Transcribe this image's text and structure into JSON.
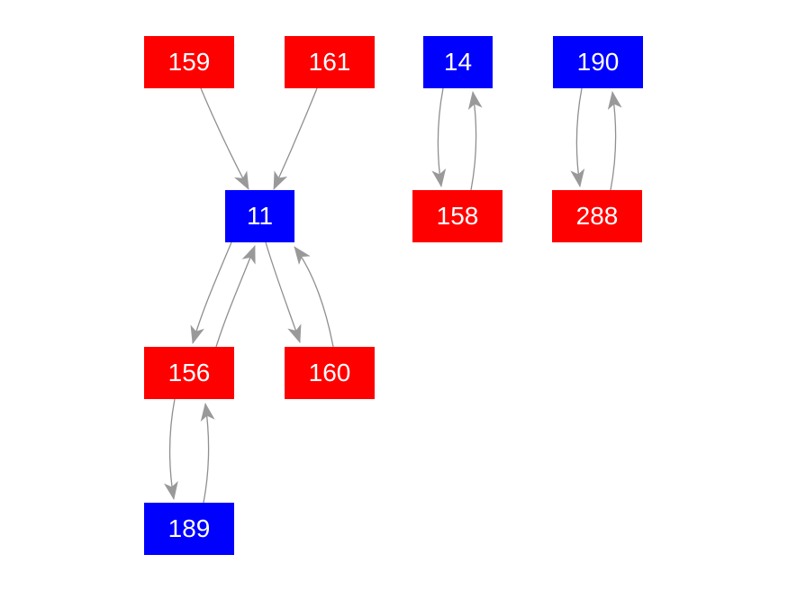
{
  "diagram": {
    "type": "directed-graph",
    "nodes": [
      {
        "id": "159",
        "label": "159",
        "color": "red"
      },
      {
        "id": "161",
        "label": "161",
        "color": "red"
      },
      {
        "id": "14",
        "label": "14",
        "color": "blue"
      },
      {
        "id": "190",
        "label": "190",
        "color": "blue"
      },
      {
        "id": "11",
        "label": "11",
        "color": "blue"
      },
      {
        "id": "158",
        "label": "158",
        "color": "red"
      },
      {
        "id": "288",
        "label": "288",
        "color": "red"
      },
      {
        "id": "156",
        "label": "156",
        "color": "red"
      },
      {
        "id": "160",
        "label": "160",
        "color": "red"
      },
      {
        "id": "189",
        "label": "189",
        "color": "blue"
      }
    ],
    "edges": [
      {
        "from": "159",
        "to": "11"
      },
      {
        "from": "161",
        "to": "11"
      },
      {
        "from": "11",
        "to": "156"
      },
      {
        "from": "156",
        "to": "11"
      },
      {
        "from": "11",
        "to": "160"
      },
      {
        "from": "160",
        "to": "11"
      },
      {
        "from": "14",
        "to": "158"
      },
      {
        "from": "158",
        "to": "14"
      },
      {
        "from": "190",
        "to": "288"
      },
      {
        "from": "288",
        "to": "190"
      },
      {
        "from": "156",
        "to": "189"
      },
      {
        "from": "189",
        "to": "156"
      }
    ]
  },
  "colors": {
    "node_red": "#ff0000",
    "node_blue": "#0000ff",
    "edge": "#8f8f8f",
    "arrowhead": "#999999",
    "node_text": "#ffffff",
    "background": "#ffffff"
  }
}
